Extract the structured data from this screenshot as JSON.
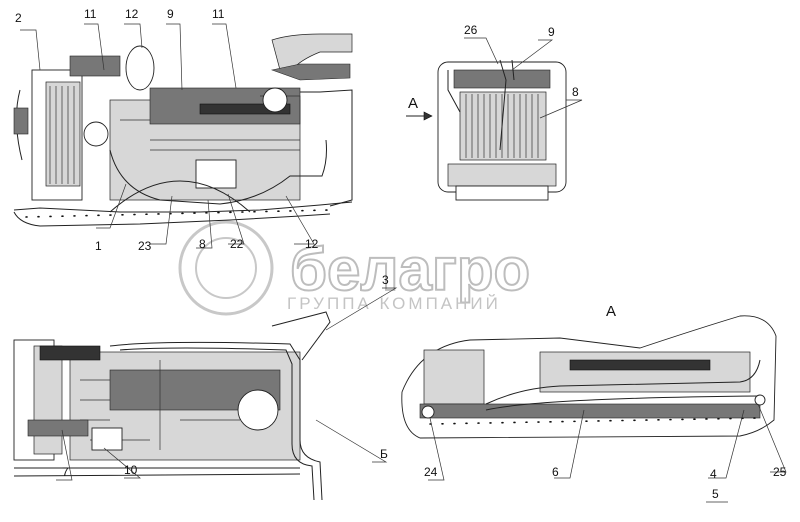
{
  "watermark": {
    "brand": "белагро",
    "subtitle": "ГРУППА КОМПАНИЙ"
  },
  "views": {
    "side_view": {
      "callouts": [
        "2",
        "11",
        "12",
        "9",
        "11",
        "1",
        "23",
        "8",
        "22",
        "12"
      ]
    },
    "front_view": {
      "arrow_label": "А",
      "callouts": [
        "26",
        "9",
        "8"
      ]
    },
    "top_view": {
      "callouts": [
        "3",
        "7",
        "10",
        "Б"
      ]
    },
    "detail_view": {
      "title": "А",
      "callouts": [
        "24",
        "6",
        "4",
        "5",
        "25"
      ]
    }
  }
}
